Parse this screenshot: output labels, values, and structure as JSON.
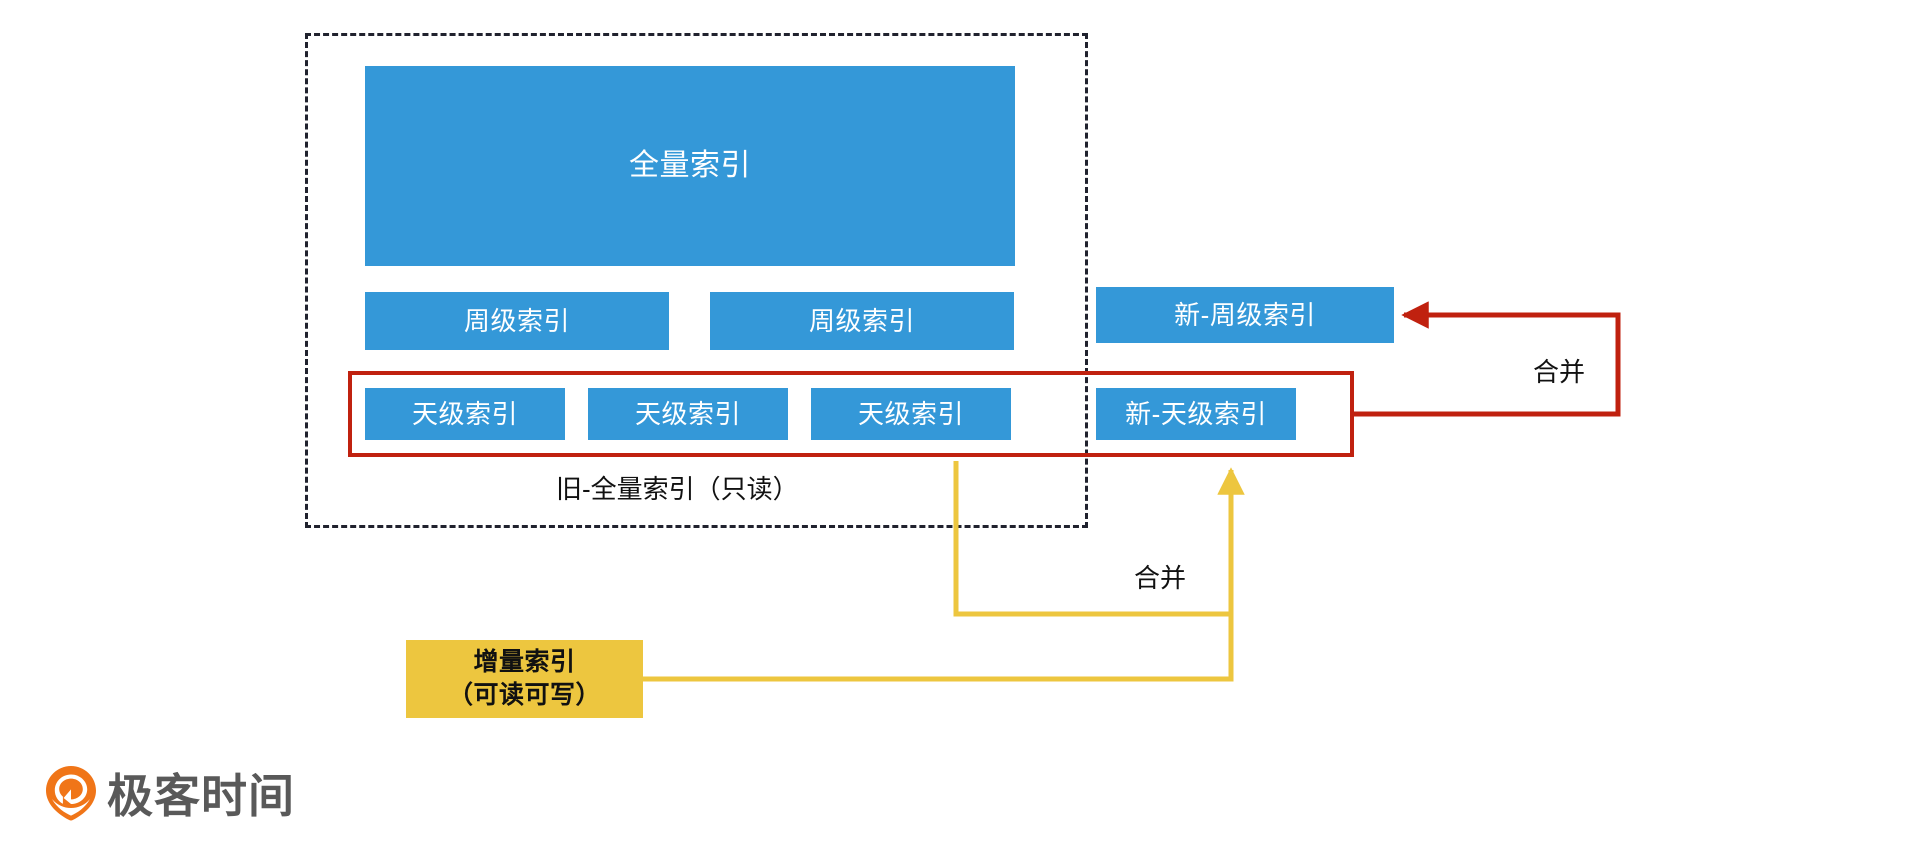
{
  "diagram": {
    "title_caption": "旧-全量索引（只读）",
    "colors": {
      "index_blue": "#3498d8",
      "merge_red": "#c0210f",
      "incremental_amber": "#edc63f",
      "dashed_border": "#20222e",
      "logo_orange": "#f07518",
      "logo_text_gray": "#595959"
    },
    "old_cluster": {
      "caption": "旧-全量索引（只读）",
      "full_index": {
        "label": "全量索引"
      },
      "weekly_indexes": [
        {
          "label": "周级索引"
        },
        {
          "label": "周级索引"
        }
      ],
      "daily_indexes": [
        {
          "label": "天级索引"
        },
        {
          "label": "天级索引"
        },
        {
          "label": "天级索引"
        }
      ]
    },
    "new_cluster": {
      "new_weekly": {
        "label": "新-周级索引"
      },
      "new_daily": {
        "label": "新-天级索引"
      }
    },
    "incremental": {
      "line1": "增量索引",
      "line2": "（可读可写）"
    },
    "edges": [
      {
        "id": "merge-red",
        "label": "合并",
        "color": "#c0210f"
      },
      {
        "id": "merge-amber",
        "label": "合并",
        "color": "#edc63f"
      }
    ]
  },
  "footer": {
    "logo_text": "极客时间",
    "logo_icon": "geekbang-pin-icon"
  }
}
